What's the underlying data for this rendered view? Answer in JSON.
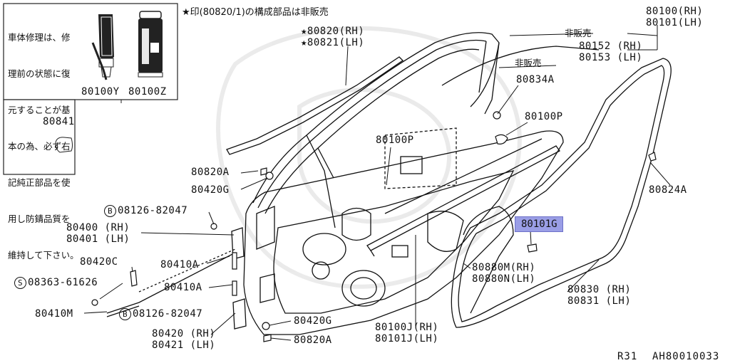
{
  "note": {
    "star_text": "★印(80820/1)の構成部品は非販売",
    "repair_text_lines": [
      "車体修理は、修",
      "理前の状態に復",
      "元することが基",
      "本の為、必ず右",
      "記純正部品を使",
      "用し防錆品質を",
      "維持して下さい。"
    ],
    "part_tube": "80100Y",
    "part_can": "80100Z",
    "part_patch": "80841"
  },
  "labels": {
    "p80820_rh": "★80820(RH)",
    "p80821_lh": "★80821(LH)",
    "p80100_rh": "80100(RH)",
    "p80101_lh": "80101(LH)",
    "hihanbai_1": "非販売",
    "hihanbai_2": "非販売",
    "p80152_rh": "80152 (RH)",
    "p80153_lh": "80153 (LH)",
    "p80834a": "80834A",
    "p80100p_right": "80100P",
    "p80100p_left": "80100P",
    "p80824a": "80824A",
    "p80820a_top": "80820A",
    "p80420g_top": "80420G",
    "b08126_top": "08126-82047",
    "p80400_rh": "80400 (RH)",
    "p80401_lh": "80401 (LH)",
    "p80420c": "80420C",
    "p80410a_1": "80410A",
    "s08363": "08363-61626",
    "p80410a_2": "80410A",
    "p80410m": "80410M",
    "b08126_bottom": "08126-82047",
    "p80420g_bottom": "80420G",
    "p80420_rh": "80420 (RH)",
    "p80421_lh": "80421 (LH)",
    "p80820a_bottom": "80820A",
    "p80100j_rh": "80100J(RH)",
    "p80101j_lh": "80101J(LH)",
    "p80880m_rh": "80880M(RH)",
    "p80880n_lh": "80880N(LH)",
    "p80830_rh": "80830 (RH)",
    "p80831_lh": "80831 (LH)",
    "highlighted": "80101G",
    "circle_b": "B",
    "circle_s": "S"
  },
  "footer": {
    "model": "R31",
    "figure_code": "AH80010033"
  },
  "colors": {
    "highlight": "#9a9ee6",
    "line": "#111111"
  }
}
